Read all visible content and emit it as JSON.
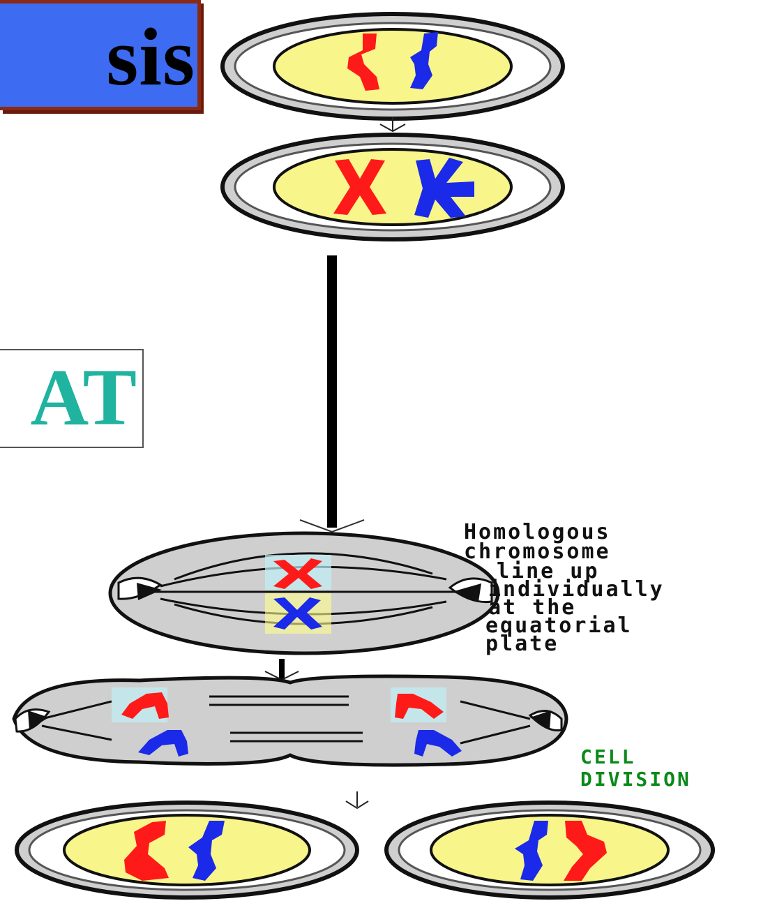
{
  "title": {
    "text": "sis"
  },
  "label_box": {
    "text": "AT"
  },
  "annotations": {
    "homologous": {
      "lines": [
        "Homologous",
        "chromosome",
        "line up",
        "individually",
        "at the",
        "equatorial",
        "plate"
      ],
      "color": "#111111"
    },
    "cell_division": {
      "lines": [
        "CELL",
        "DIVISION"
      ],
      "color": "#0a8a1a"
    }
  },
  "colors": {
    "title_background": "#3d6cf2",
    "title_border": "#8a2a14",
    "label_text": "#1fb3a0",
    "cell_membrane": "#cfcfcf",
    "nucleus": "#f8f58a",
    "chromosome_a": "#ff1a1a",
    "chromosome_b": "#1a2ae8"
  }
}
